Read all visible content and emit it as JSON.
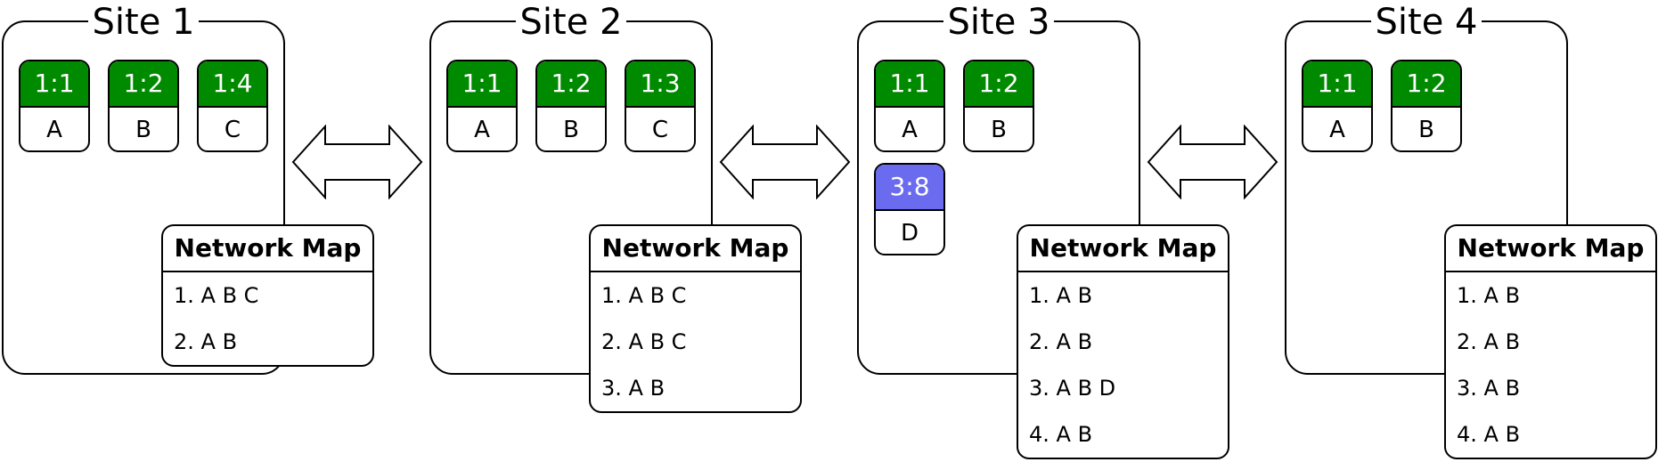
{
  "colors": {
    "replica_green": "#008a00",
    "replica_blue": "#6b6bf0"
  },
  "sites": [
    {
      "title": "Site 1",
      "nodes": [
        {
          "id": "1:1",
          "label": "A",
          "color": "#008a00"
        },
        {
          "id": "1:2",
          "label": "B",
          "color": "#008a00"
        },
        {
          "id": "1:4",
          "label": "C",
          "color": "#008a00"
        }
      ],
      "network_map": {
        "title": "Network Map",
        "rows": [
          "1. A B C",
          "2. A B"
        ]
      }
    },
    {
      "title": "Site 2",
      "nodes": [
        {
          "id": "1:1",
          "label": "A",
          "color": "#008a00"
        },
        {
          "id": "1:2",
          "label": "B",
          "color": "#008a00"
        },
        {
          "id": "1:3",
          "label": "C",
          "color": "#008a00"
        }
      ],
      "network_map": {
        "title": "Network Map",
        "rows": [
          "1. A B C",
          "2. A B C",
          "3. A B"
        ]
      }
    },
    {
      "title": "Site 3",
      "nodes": [
        {
          "id": "1:1",
          "label": "A",
          "color": "#008a00"
        },
        {
          "id": "1:2",
          "label": "B",
          "color": "#008a00"
        },
        {
          "id": "3:8",
          "label": "D",
          "color": "#6b6bf0"
        }
      ],
      "network_map": {
        "title": "Network Map",
        "rows": [
          "1. A B",
          "2. A B",
          "3. A B D",
          "4. A B"
        ]
      }
    },
    {
      "title": "Site 4",
      "nodes": [
        {
          "id": "1:1",
          "label": "A",
          "color": "#008a00"
        },
        {
          "id": "1:2",
          "label": "B",
          "color": "#008a00"
        }
      ],
      "network_map": {
        "title": "Network Map",
        "rows": [
          "1. A B",
          "2. A B",
          "3. A B",
          "4. A B"
        ]
      }
    }
  ]
}
